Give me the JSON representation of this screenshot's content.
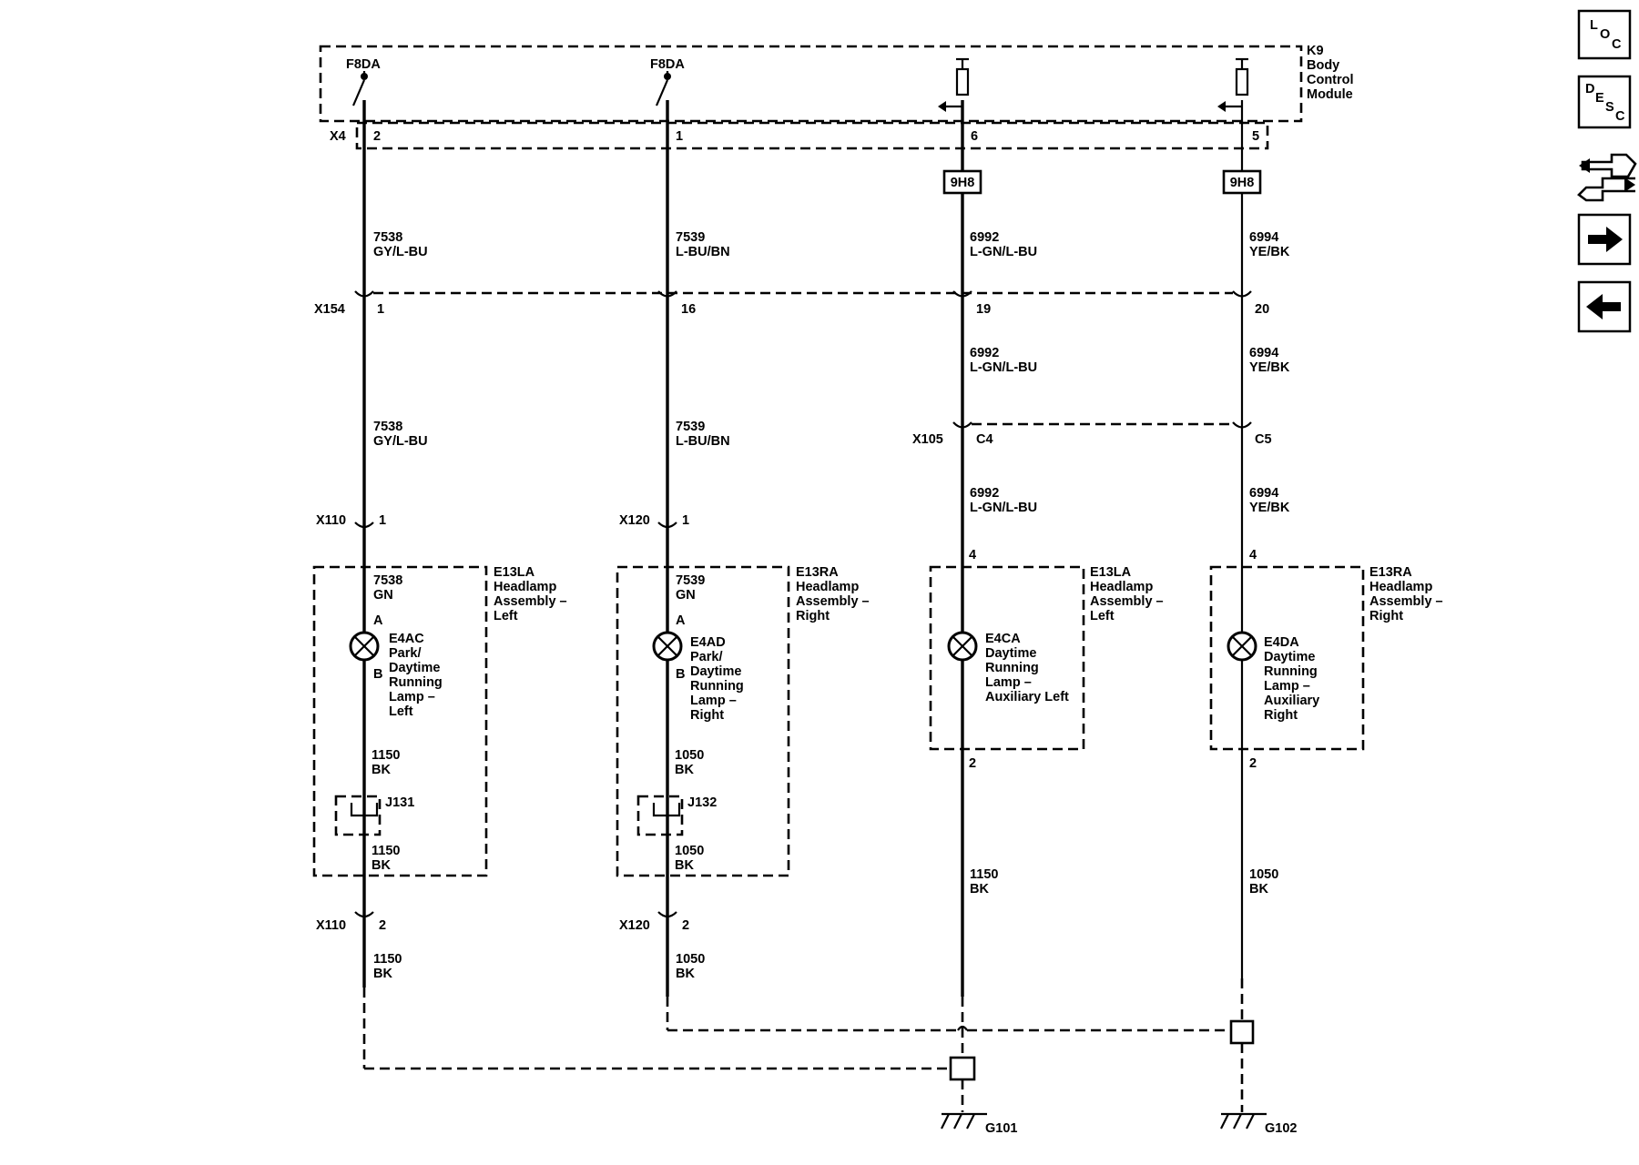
{
  "module": {
    "lines": [
      "K9",
      "Body",
      "Control",
      "Module"
    ]
  },
  "fuse_labels": [
    "F8DA",
    "F8DA"
  ],
  "splice_labels": [
    "9H8",
    "9H8"
  ],
  "connectors": {
    "x4": {
      "name": "X4",
      "pins": [
        "2",
        "1",
        "6",
        "5"
      ]
    },
    "x154": {
      "name": "X154",
      "pins": [
        "1",
        "16",
        "19",
        "20"
      ]
    },
    "x105": {
      "name": "X105",
      "pins": [
        "C4",
        "C5"
      ]
    },
    "x110_top": {
      "name": "X110",
      "pin": "1"
    },
    "x120_top": {
      "name": "X120",
      "pin": "1"
    },
    "x110_bot": {
      "name": "X110",
      "pin": "2"
    },
    "x120_bot": {
      "name": "X120",
      "pin": "2"
    }
  },
  "wires": [
    {
      "circuit": "7538",
      "color": "GY/L-BU"
    },
    {
      "circuit": "7539",
      "color": "L-BU/BN"
    },
    {
      "circuit": "6992",
      "color": "L-GN/L-BU"
    },
    {
      "circuit": "6994",
      "color": "YE/BK"
    },
    {
      "circuit": "6992",
      "color": "L-GN/L-BU"
    },
    {
      "circuit": "6994",
      "color": "YE/BK"
    },
    {
      "circuit": "7538",
      "color": "GY/L-BU"
    },
    {
      "circuit": "7539",
      "color": "L-BU/BN"
    },
    {
      "circuit": "6992",
      "color": "L-GN/L-BU"
    },
    {
      "circuit": "6994",
      "color": "YE/BK"
    },
    {
      "circuit": "7538",
      "color": "GN"
    },
    {
      "circuit": "7539",
      "color": "GN"
    },
    {
      "circuit": "1150",
      "color": "BK"
    },
    {
      "circuit": "1050",
      "color": "BK"
    },
    {
      "circuit": "1150",
      "color": "BK"
    },
    {
      "circuit": "1050",
      "color": "BK"
    },
    {
      "circuit": "1150",
      "color": "BK"
    },
    {
      "circuit": "1050",
      "color": "BK"
    },
    {
      "circuit": "1150",
      "color": "BK"
    },
    {
      "circuit": "1050",
      "color": "BK"
    }
  ],
  "assemblies": [
    {
      "lines": [
        "E13LA",
        "Headlamp",
        "Assembly –",
        "Left"
      ]
    },
    {
      "lines": [
        "E13RA",
        "Headlamp",
        "Assembly –",
        "Right"
      ]
    },
    {
      "lines": [
        "E13LA",
        "Headlamp",
        "Assembly –",
        "Left"
      ]
    },
    {
      "lines": [
        "E13RA",
        "Headlamp",
        "Assembly –",
        "Right"
      ]
    }
  ],
  "lamps": [
    {
      "lines": [
        "E4AC",
        "Park/",
        "Daytime",
        "Running",
        "Lamp –",
        "Left"
      ],
      "pin_a": "A",
      "pin_b": "B"
    },
    {
      "lines": [
        "E4AD",
        "Park/",
        "Daytime",
        "Running",
        "Lamp –",
        "Right"
      ],
      "pin_a": "A",
      "pin_b": "B"
    },
    {
      "lines": [
        "E4CA",
        "Daytime",
        "Running",
        "Lamp –",
        "Auxiliary Left"
      ],
      "pin_a": "4",
      "pin_b": "2"
    },
    {
      "lines": [
        "E4DA",
        "Daytime",
        "Running",
        "Lamp –",
        "Auxiliary",
        "Right"
      ],
      "pin_a": "4",
      "pin_b": "2"
    }
  ],
  "jumpers": [
    "J131",
    "J132"
  ],
  "grounds": [
    "G101",
    "G102"
  ],
  "nav": {
    "loc": {
      "l": "L",
      "o": "O",
      "c": "C"
    },
    "desc": {
      "d": "D",
      "e": "E",
      "s": "S",
      "c": "C"
    },
    "icons": [
      "location-icon",
      "description-icon",
      "connector-icon",
      "arrow-right-icon",
      "arrow-left-icon"
    ]
  }
}
